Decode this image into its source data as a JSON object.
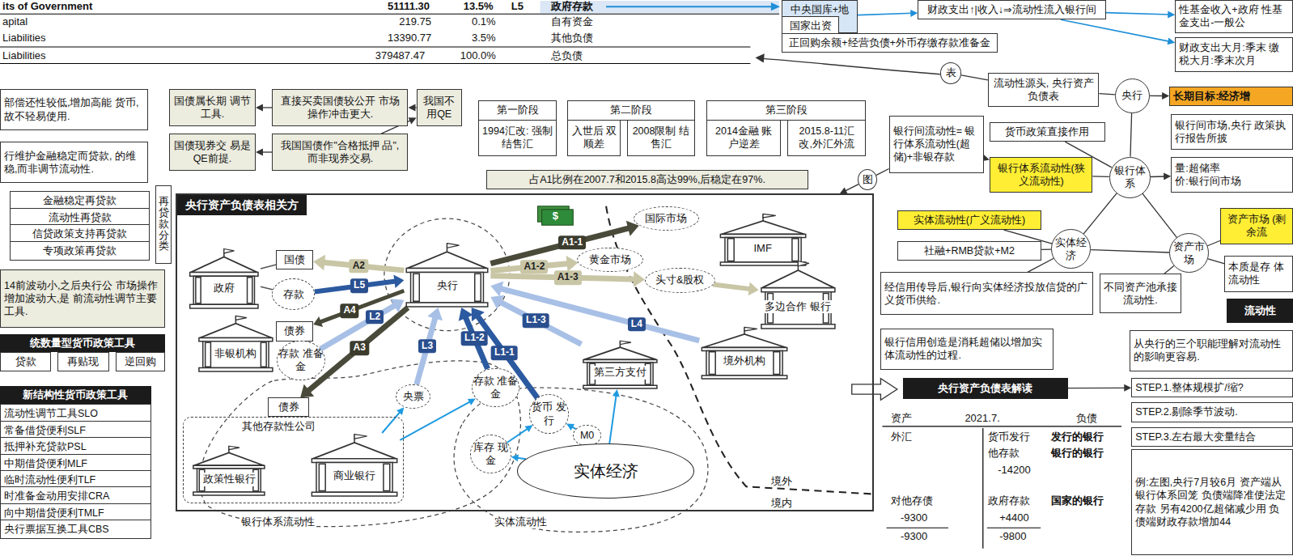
{
  "diagram": {
    "nodes": [
      {
        "text": [
          "中央国库+地方国库"
        ]
      },
      {
        "text": [
          "财政支出↑|收入↓⇒流动性流入银行间"
        ]
      },
      {
        "text": [
          "国家出资"
        ]
      },
      {
        "text": [
          "正回购余额+经营负债+外币存缴存款准备金"
        ]
      },
      {
        "text": [
          "性基金收入+政府 性基金支出-一般公"
        ]
      },
      {
        "text": [
          "财政支出大月:季末 缴税大月:季末次月"
        ]
      },
      {
        "text": [
          "表"
        ]
      },
      {
        "text": [
          "流动性源头, 央行资产负债表"
        ]
      },
      {
        "text": [
          "央行"
        ]
      },
      {
        "text": [
          "长期目标:经济增"
        ]
      },
      {
        "text": [
          "货币政策直接作用"
        ]
      },
      {
        "text": [
          "银行间市场,央行 政策执行报告所披"
        ]
      },
      {
        "text": [
          "银行间流动性= 银行体系流动性(超储)+非银存款"
        ]
      },
      {
        "text": [
          "银行体系流动性(狭义流动性)"
        ]
      },
      {
        "text": [
          "银行体系"
        ]
      },
      {
        "text": [
          "量:超储率",
          "价:银行间市场"
        ]
      },
      {
        "text": [
          "图"
        ]
      },
      {
        "text": [
          "实体流动性(广义流动性)"
        ]
      },
      {
        "text": [
          "资产市场 (剩余流"
        ]
      },
      {
        "text": [
          "社融+RMB贷款+M2"
        ]
      },
      {
        "text": [
          "实体经济"
        ]
      },
      {
        "text": [
          "资产市场"
        ]
      },
      {
        "text": [
          "本质是存 体流动性"
        ]
      },
      {
        "text": [
          "经信用传导后,银行向实体经济投放信贷的广义货币供给."
        ]
      },
      {
        "text": [
          "不同资产池承接流动性."
        ]
      },
      {
        "text": [
          "流动性"
        ]
      },
      {
        "text": [
          "银行信用创造是消耗超储以增加实体流动性的过程."
        ]
      },
      {
        "text": [
          "从央行的三个职能理解对流动性的影响更容易."
        ]
      },
      {
        "text": [
          "央行资产负债表解读"
        ]
      },
      {
        "text": [
          "STEP.1.整体规模扩/缩?"
        ]
      },
      {
        "text": [
          "STEP.2.剔除季节波动."
        ]
      },
      {
        "text": [
          "STEP.3.左右最大变量结合"
        ]
      },
      {
        "text": [
          "例:左图,央行7月较6月 资产端从银行体系回笼 负债端降准使法定存款 另有4200亿超储减少用 负债端财政存款增加44"
        ]
      },
      {
        "text": [
          "部偿还性较低,增加高能 货币,故不轻易使用."
        ]
      },
      {
        "text": [
          "行维护金融稳定而贷款, 的维稳,而非调节流动性."
        ]
      },
      {
        "text": [
          "金融稳定再贷款"
        ]
      },
      {
        "text": [
          "流动性再贷款"
        ]
      },
      {
        "text": [
          "信贷政策支持再贷款"
        ]
      },
      {
        "text": [
          "专项政策再贷款"
        ]
      },
      {
        "text": [
          "再贷款分类"
        ]
      },
      {
        "text": [
          "14前波动小,之后央行公 市场操作增加波动大,是 前流动性调节主要工具."
        ]
      },
      {
        "text": [
          "统数量型货币政策工具"
        ]
      },
      {
        "text": [
          "贷款"
        ]
      },
      {
        "text": [
          "再贴现"
        ]
      },
      {
        "text": [
          "逆回购"
        ]
      },
      {
        "text": [
          "新结构性货币政策工具"
        ]
      },
      {
        "text": [
          "流动性调节工具SLO"
        ]
      },
      {
        "text": [
          "常备借贷便利SLF"
        ]
      },
      {
        "text": [
          "抵押补充贷款PSL"
        ]
      },
      {
        "text": [
          "中期借贷便利MLF"
        ]
      },
      {
        "text": [
          "临时流动性便利TLF"
        ]
      },
      {
        "text": [
          "时准备金动用安排CRA"
        ]
      },
      {
        "text": [
          "向中期借贷便利TMLF"
        ]
      },
      {
        "text": [
          "央行票据互换工具CBS"
        ]
      },
      {
        "text": [
          "国债属长期 调节工具."
        ]
      },
      {
        "text": [
          "直接买卖国债较公开 市场操作冲击更大."
        ]
      },
      {
        "text": [
          "我国不 用QE"
        ]
      },
      {
        "text": [
          "国债现券交 易是QE前提."
        ]
      },
      {
        "text": [
          "我国国债作\"合格抵押 品\",而非现券交易."
        ]
      },
      {
        "text": [
          "第一阶段"
        ]
      },
      {
        "text": [
          "1994汇改: 强制结售汇"
        ]
      },
      {
        "text": [
          "第二阶段"
        ]
      },
      {
        "text": [
          "入世后 双顺差"
        ]
      },
      {
        "text": [
          "2008限制 结售汇"
        ]
      },
      {
        "text": [
          "第三阶段"
        ]
      },
      {
        "text": [
          "2014金融 账户逆差"
        ]
      },
      {
        "text": [
          "2015.8-11汇 改,外汇外流"
        ]
      },
      {
        "text": [
          "占A1比例在2007.7和2015.8高达99%,后稳定在97%."
        ]
      },
      {
        "text": [
          "央行资产负债表相关方"
        ]
      },
      {
        "text": [
          "政府"
        ],
        "in": 68
      },
      {
        "text": [
          "国债"
        ],
        "in": 68
      },
      {
        "text": [
          "存款"
        ],
        "in": 68
      },
      {
        "text": [
          "央行"
        ],
        "in": 68
      },
      {
        "text": [
          "非银机构"
        ],
        "in": 68
      },
      {
        "text": [
          "债券"
        ],
        "in": 68
      },
      {
        "text": [
          "存款 准备金"
        ],
        "in": 68
      },
      {
        "text": [
          "国际市场"
        ],
        "in": 68
      },
      {
        "text": [
          "黄金市场"
        ],
        "in": 68
      },
      {
        "text": [
          "IMF"
        ],
        "in": 68
      },
      {
        "text": [
          "头寸&股权"
        ],
        "in": 68
      },
      {
        "text": [
          "多边合作 银行"
        ],
        "in": 68
      },
      {
        "text": [
          "第三方支付"
        ],
        "in": 68
      },
      {
        "text": [
          "境外机构"
        ],
        "in": 68
      },
      {
        "text": [
          "央票"
        ],
        "in": 68
      },
      {
        "text": [
          "存款 准备金"
        ],
        "in": 68
      },
      {
        "text": [
          "货币 发行"
        ],
        "in": 68
      },
      {
        "text": [
          "M0"
        ],
        "in": 68
      },
      {
        "text": [
          "库存 现金"
        ],
        "in": 68
      },
      {
        "text": [
          "实体经济"
        ],
        "in": 68
      },
      {
        "text": [
          "其他存款性公司"
        ],
        "in": 68
      },
      {
        "text": [
          "债券"
        ],
        "in": 68
      },
      {
        "text": [
          "政策性银行"
        ],
        "in": 89
      },
      {
        "text": [
          "商业银行"
        ],
        "in": 89
      }
    ],
    "edges": [
      {
        "from": 0,
        "to": 1,
        "arrow": "to"
      },
      {
        "from": 1,
        "to": 4,
        "arrow": "to"
      },
      {
        "from": 1,
        "to": 5,
        "arrow": "to"
      },
      {
        "from": 6,
        "to": 7,
        "arrow": "none"
      },
      {
        "from": 7,
        "to": 8,
        "arrow": "none"
      },
      {
        "from": 8,
        "to": 9,
        "arrow": "to"
      },
      {
        "from": 8,
        "to": 14,
        "arrow": "none"
      },
      {
        "from": 10,
        "to": 14,
        "arrow": "none"
      },
      {
        "from": 14,
        "to": 15,
        "arrow": "to"
      },
      {
        "from": 12,
        "to": 13,
        "arrow": "to"
      },
      {
        "from": 13,
        "to": 14,
        "arrow": "none"
      },
      {
        "from": 14,
        "to": 20,
        "arrow": "none"
      },
      {
        "from": 14,
        "to": 21,
        "arrow": "none"
      },
      {
        "from": 20,
        "to": 21,
        "arrow": "none"
      },
      {
        "from": 17,
        "to": 20,
        "arrow": "none"
      },
      {
        "from": 19,
        "to": 20,
        "arrow": "none"
      },
      {
        "from": 18,
        "to": 21,
        "arrow": "none"
      },
      {
        "from": 22,
        "to": 21,
        "arrow": "none"
      },
      {
        "from": 24,
        "to": 21,
        "arrow": "none"
      },
      {
        "from": 23,
        "to": 20,
        "arrow": "none"
      },
      {
        "from": 16,
        "to": 12,
        "arrow": "none"
      },
      {
        "from": 16,
        "to": 68,
        "arrow": "to"
      },
      {
        "from": 28,
        "to": 29,
        "arrow": "to"
      },
      {
        "from": 56,
        "to": 55,
        "arrow": "to"
      },
      {
        "from": 55,
        "to": 54,
        "arrow": "to"
      },
      {
        "from": 58,
        "to": 56,
        "arrow": "to"
      },
      {
        "from": 58,
        "to": 57,
        "arrow": "to"
      },
      {
        "from": 72,
        "to": 70,
        "arrow": "to",
        "label": "A2"
      },
      {
        "from": 72,
        "to": 74,
        "arrow": "to",
        "label": "A4"
      },
      {
        "from": 72,
        "to": 90,
        "arrow": "to",
        "label": "A3"
      },
      {
        "from": 72,
        "to": 76,
        "arrow": "to",
        "label": "A1-1"
      },
      {
        "from": 72,
        "to": 77,
        "arrow": "to",
        "label": "A1-2"
      },
      {
        "from": 72,
        "to": 79,
        "arrow": "to",
        "label": "A1-3"
      },
      {
        "from": 71,
        "to": 72,
        "arrow": "to",
        "label": "L5"
      },
      {
        "from": 75,
        "to": 72,
        "arrow": "to",
        "label": "L2"
      },
      {
        "from": 83,
        "to": 72,
        "arrow": "to",
        "label": "L3"
      },
      {
        "from": 84,
        "to": 72,
        "arrow": "to",
        "label": "L1-2"
      },
      {
        "from": 85,
        "to": 72,
        "arrow": "to",
        "label": "L1-1"
      },
      {
        "from": 81,
        "to": 72,
        "arrow": "to",
        "label": "L1-3"
      },
      {
        "from": 82,
        "to": 72,
        "arrow": "to",
        "label": "L4"
      },
      {
        "from": 92,
        "to": 83,
        "arrow": "to"
      },
      {
        "from": 92,
        "to": 84,
        "arrow": "to"
      },
      {
        "from": 87,
        "to": 85,
        "arrow": "to"
      },
      {
        "from": 86,
        "to": 85,
        "arrow": "to"
      },
      {
        "from": 88,
        "to": 87,
        "arrow": "to"
      },
      {
        "from": 88,
        "to": 81,
        "arrow": "to"
      },
      {
        "from": 69,
        "to": 71,
        "arrow": "none"
      },
      {
        "from": 69,
        "to": 70,
        "arrow": "none"
      },
      {
        "from": 79,
        "to": 80,
        "arrow": "to"
      }
    ],
    "labels": [
      "its of Government",
      "51111.30",
      "13.5%",
      "L5",
      "政府存款",
      "apital",
      "219.75",
      "0.1%",
      "自有资金",
      "Liabilities",
      "13390.77",
      "3.5%",
      "其他负债",
      "Liabilities",
      "379487.47",
      "100.0%",
      "总负债",
      "银行体系流动性",
      "实体流动性",
      "境外",
      "境内",
      "资产",
      "2021.7.",
      "负债",
      "外汇",
      "货币发行",
      "发行的银行",
      "他存款",
      "银行的银行",
      "-14200",
      "对他存债",
      "政府存款",
      "国家的银行",
      "-9300",
      "+4400",
      "-9300",
      "-9800",
      "$"
    ]
  }
}
